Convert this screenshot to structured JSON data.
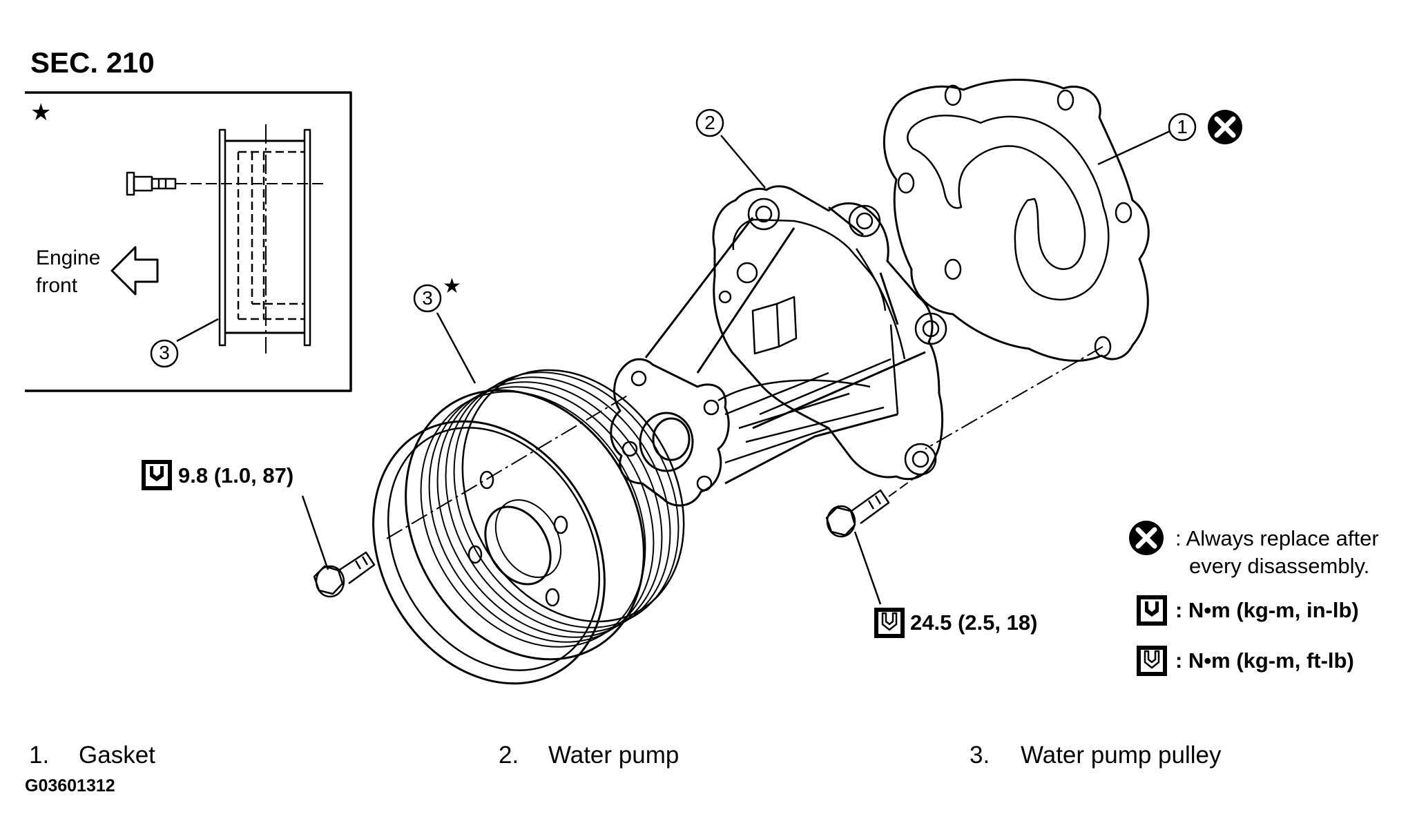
{
  "section_label": "SEC. 210",
  "inset": {
    "star": "★",
    "direction_label": "Engine\nfront",
    "callout": "3"
  },
  "callouts": {
    "gasket": "1",
    "water_pump": "2",
    "pulley": "3",
    "pulley_star": "★"
  },
  "torque": {
    "pulley_bolt": "9.8 (1.0, 87)",
    "pump_bolt": "24.5 (2.5, 18)"
  },
  "legend": {
    "replace_line1": ": Always replace after",
    "replace_line2": "every disassembly.",
    "torque_in_lb": ": N•m (kg-m, in-lb)",
    "torque_ft_lb": ": N•m (kg-m, ft-lb)"
  },
  "parts": [
    {
      "num": "1.",
      "name": "Gasket"
    },
    {
      "num": "2.",
      "name": "Water pump"
    },
    {
      "num": "3.",
      "name": "Water pump pulley"
    }
  ],
  "figure_code": "G03601312"
}
